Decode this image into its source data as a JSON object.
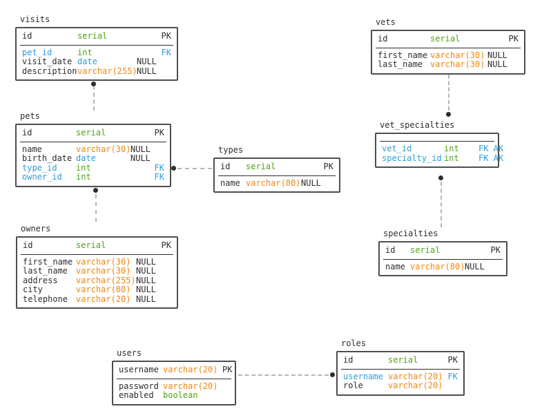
{
  "palette": {
    "type_green": "#4da413",
    "type_orange": "#f1860f",
    "key_blue": "#2d9dd8",
    "text": "#2d2d2d",
    "box_border": "#4d4d4d",
    "relation_line": "#b5b5b5"
  },
  "tables": {
    "visits": {
      "title": "visits",
      "header": {
        "name": "id",
        "type": "serial",
        "type_color": "green",
        "flag": "PK"
      },
      "rows": [
        {
          "name": "pet_id",
          "name_color": "blue",
          "type": "int",
          "type_color": "green",
          "flag": "FK",
          "flag_color": "blue"
        },
        {
          "name": "visit_date",
          "type": "date",
          "type_color": "blue",
          "nullable": "NULL"
        },
        {
          "name": "description",
          "type": "varchar(255)",
          "type_color": "orange",
          "nullable": "NULL"
        }
      ]
    },
    "vets": {
      "title": "vets",
      "header": {
        "name": "id",
        "type": "serial",
        "type_color": "green",
        "flag": "PK"
      },
      "rows": [
        {
          "name": "first_name",
          "type": "varchar(30)",
          "type_color": "orange",
          "nullable": "NULL"
        },
        {
          "name": "last_name",
          "type": "varchar(30)",
          "type_color": "orange",
          "nullable": "NULL"
        }
      ]
    },
    "pets": {
      "title": "pets",
      "header": {
        "name": "id",
        "type": "serial",
        "type_color": "green",
        "flag": "PK"
      },
      "rows": [
        {
          "name": "name",
          "type": "varchar(30)",
          "type_color": "orange",
          "nullable": "NULL"
        },
        {
          "name": "birth_date",
          "type": "date",
          "type_color": "blue",
          "nullable": "NULL"
        },
        {
          "name": "type_id",
          "name_color": "blue",
          "type": "int",
          "type_color": "green",
          "flag": "FK",
          "flag_color": "blue"
        },
        {
          "name": "owner_id",
          "name_color": "blue",
          "type": "int",
          "type_color": "green",
          "flag": "FK",
          "flag_color": "blue"
        }
      ]
    },
    "types": {
      "title": "types",
      "header": {
        "name": "id",
        "type": "serial",
        "type_color": "green",
        "flag": "PK"
      },
      "rows": [
        {
          "name": "name",
          "type": "varchar(80)",
          "type_color": "orange",
          "nullable": "NULL"
        }
      ]
    },
    "vet_specialties": {
      "title": "vet_specialties",
      "rows": [
        {
          "name": "vet_id",
          "name_color": "blue",
          "type": "int",
          "type_color": "green",
          "flag": "FK AK",
          "flag_color": "blue"
        },
        {
          "name": "specialty_id",
          "name_color": "blue",
          "type": "int",
          "type_color": "green",
          "flag": "FK AK",
          "flag_color": "blue"
        }
      ]
    },
    "specialties": {
      "title": "specialties",
      "header": {
        "name": "id",
        "type": "serial",
        "type_color": "green",
        "flag": "PK"
      },
      "rows": [
        {
          "name": "name",
          "type": "varchar(80)",
          "type_color": "orange",
          "nullable": "NULL"
        }
      ]
    },
    "owners": {
      "title": "owners",
      "header": {
        "name": "id",
        "type": "serial",
        "type_color": "green",
        "flag": "PK"
      },
      "rows": [
        {
          "name": "first_name",
          "type": "varchar(30)",
          "type_color": "orange",
          "nullable": "NULL"
        },
        {
          "name": "last_name",
          "type": "varchar(30)",
          "type_color": "orange",
          "nullable": "NULL"
        },
        {
          "name": "address",
          "type": "varchar(255)",
          "type_color": "orange",
          "nullable": "NULL"
        },
        {
          "name": "city",
          "type": "varchar(80)",
          "type_color": "orange",
          "nullable": "NULL"
        },
        {
          "name": "telephone",
          "type": "varchar(20)",
          "type_color": "orange",
          "nullable": "NULL"
        }
      ]
    },
    "users": {
      "title": "users",
      "header": {
        "name": "username",
        "type": "varchar(20)",
        "type_color": "orange",
        "flag": "PK"
      },
      "rows": [
        {
          "name": "password",
          "type": "varchar(20)",
          "type_color": "orange"
        },
        {
          "name": "enabled",
          "type": "boolean",
          "type_color": "green"
        }
      ]
    },
    "roles": {
      "title": "roles",
      "header": {
        "name": "id",
        "type": "serial",
        "type_color": "green",
        "flag": "PK"
      },
      "rows": [
        {
          "name": "username",
          "name_color": "blue",
          "type": "varchar(20)",
          "type_color": "orange",
          "flag": "FK",
          "flag_color": "blue"
        },
        {
          "name": "role",
          "type": "varchar(20)",
          "type_color": "orange"
        }
      ]
    }
  },
  "relations": [
    {
      "from": "visits.pet_id",
      "to": "pets.id"
    },
    {
      "from": "pets.type_id",
      "to": "types.id"
    },
    {
      "from": "pets.owner_id",
      "to": "owners.id"
    },
    {
      "from": "vet_specialties.vet_id",
      "to": "vets.id"
    },
    {
      "from": "vet_specialties.specialty_id",
      "to": "specialties.id"
    },
    {
      "from": "roles.username",
      "to": "users.username"
    }
  ]
}
